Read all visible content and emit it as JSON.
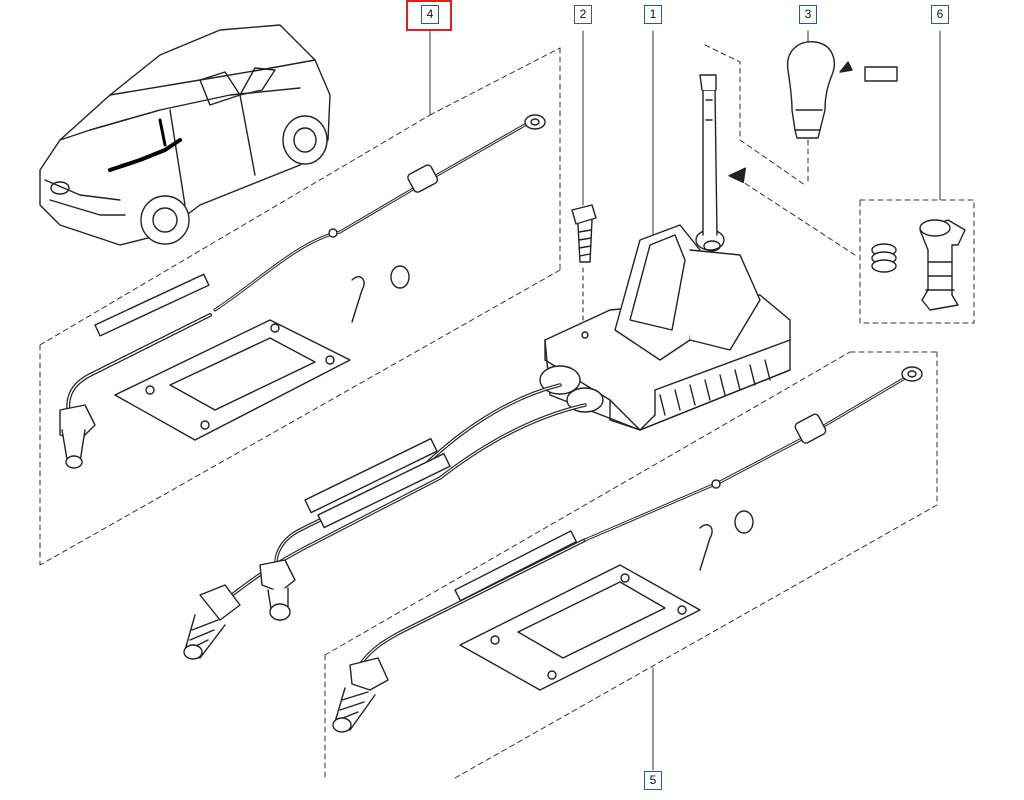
{
  "callouts": {
    "c1": "1",
    "c2": "2",
    "c3": "3",
    "c4": "4",
    "c5": "5",
    "c6": "6"
  },
  "selected_callout": "4",
  "colors": {
    "line": "#222222",
    "dash": "#333333",
    "callout_border": "#1a5fa8",
    "highlight": "#e0201b"
  }
}
